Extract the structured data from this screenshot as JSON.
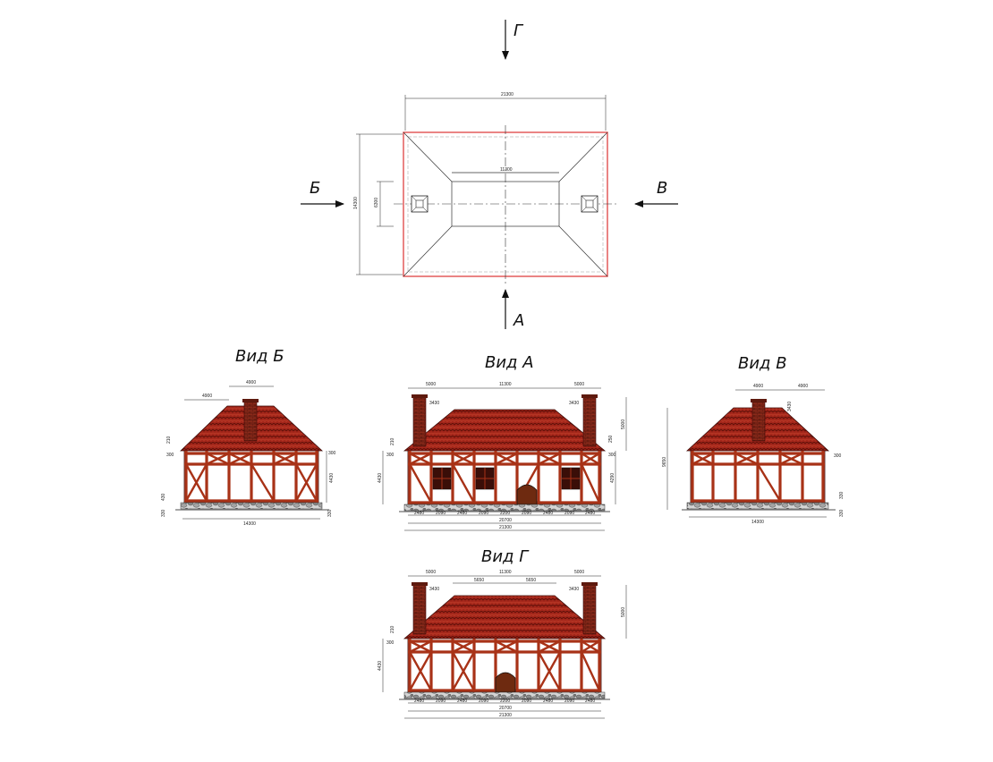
{
  "plan": {
    "labels": {
      "top": "Г",
      "bottom": "А",
      "left": "Б",
      "right": "В"
    },
    "dims": {
      "width": "21300",
      "height": "14300",
      "ridge": "11300",
      "inner": "6300"
    }
  },
  "views": {
    "b": {
      "title": "Вид Б",
      "dims": {
        "top": "4900",
        "top2": "4900",
        "bottom": "14300",
        "h1": "4430",
        "s1": "300",
        "s2": "300",
        "r1": "210",
        "g1": "430",
        "g2": "330",
        "g3": "330"
      }
    },
    "a": {
      "title": "Вид А",
      "dims": {
        "top": "11300",
        "tl": "5000",
        "tr": "5000",
        "cl": "3430",
        "cr": "3430",
        "h1": "4430",
        "h2": "5000",
        "h3": "4290",
        "bottom1": "20700",
        "bottom2": "21300",
        "s1": "300",
        "s2": "300",
        "r1": "210",
        "r2": "250",
        "bays": [
          "2480",
          "2090",
          "2480",
          "2090",
          "2200",
          "2090",
          "2480",
          "2090",
          "2480"
        ]
      }
    },
    "v": {
      "title": "Вид В",
      "dims": {
        "top": "4900",
        "top2": "4900",
        "bottom": "14300",
        "h1": "9650",
        "c1": "3430",
        "s1": "300",
        "g1": "330",
        "g2": "330"
      }
    },
    "g": {
      "title": "Вид Г",
      "dims": {
        "top": "11300",
        "tl": "5000",
        "tr": "5000",
        "cl": "3430",
        "cr": "3430",
        "m1": "5650",
        "m2": "5650",
        "h1": "4430",
        "h2": "5000",
        "bottom1": "20700",
        "bottom2": "21300",
        "s1": "300",
        "r1": "210",
        "bays": [
          "2480",
          "2090",
          "2480",
          "2090",
          "2200",
          "2090",
          "2480",
          "2090",
          "2480"
        ]
      }
    }
  },
  "colors": {
    "roof": "#a3261a",
    "roof_dark": "#6e130b",
    "timber": "#a83217",
    "brick": "#8a2a1a",
    "stone": "#9a9a9a",
    "plan_outline": "#e05050",
    "ink": "#111111"
  }
}
